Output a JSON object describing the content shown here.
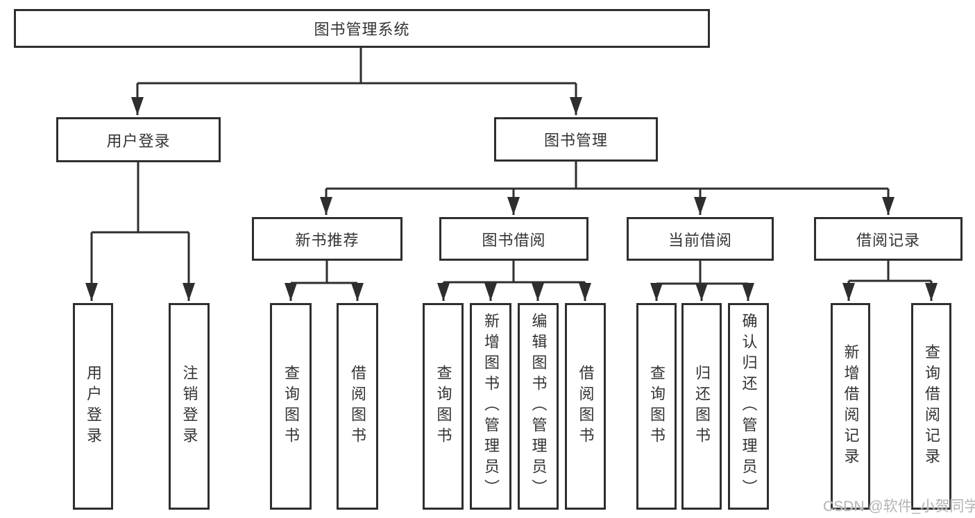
{
  "diagram": {
    "root": {
      "label": "图书管理系统"
    },
    "level2": [
      {
        "label": "用户登录"
      },
      {
        "label": "图书管理"
      }
    ],
    "level3": [
      {
        "label": "新书推荐"
      },
      {
        "label": "图书借阅"
      },
      {
        "label": "当前借阅"
      },
      {
        "label": "借阅记录"
      }
    ],
    "leaves": {
      "user_login": [
        "用户登录",
        "注销登录"
      ],
      "new_book": [
        "查询图书",
        "借阅图书"
      ],
      "book_borrow": [
        "查询图书",
        "新增图书（管理员）",
        "编辑图书（管理员）",
        "借阅图书"
      ],
      "current_borrow": [
        "查询图书",
        "归还图书",
        "确认归还（管理员）"
      ],
      "borrow_record": [
        "新增借阅记录",
        "查询借阅记录"
      ]
    },
    "watermark": "CSDN @软件_小贺同学",
    "colors": {
      "line": "#2e2e2e",
      "text": "#333333",
      "watermark": "#b3b3b3"
    }
  }
}
